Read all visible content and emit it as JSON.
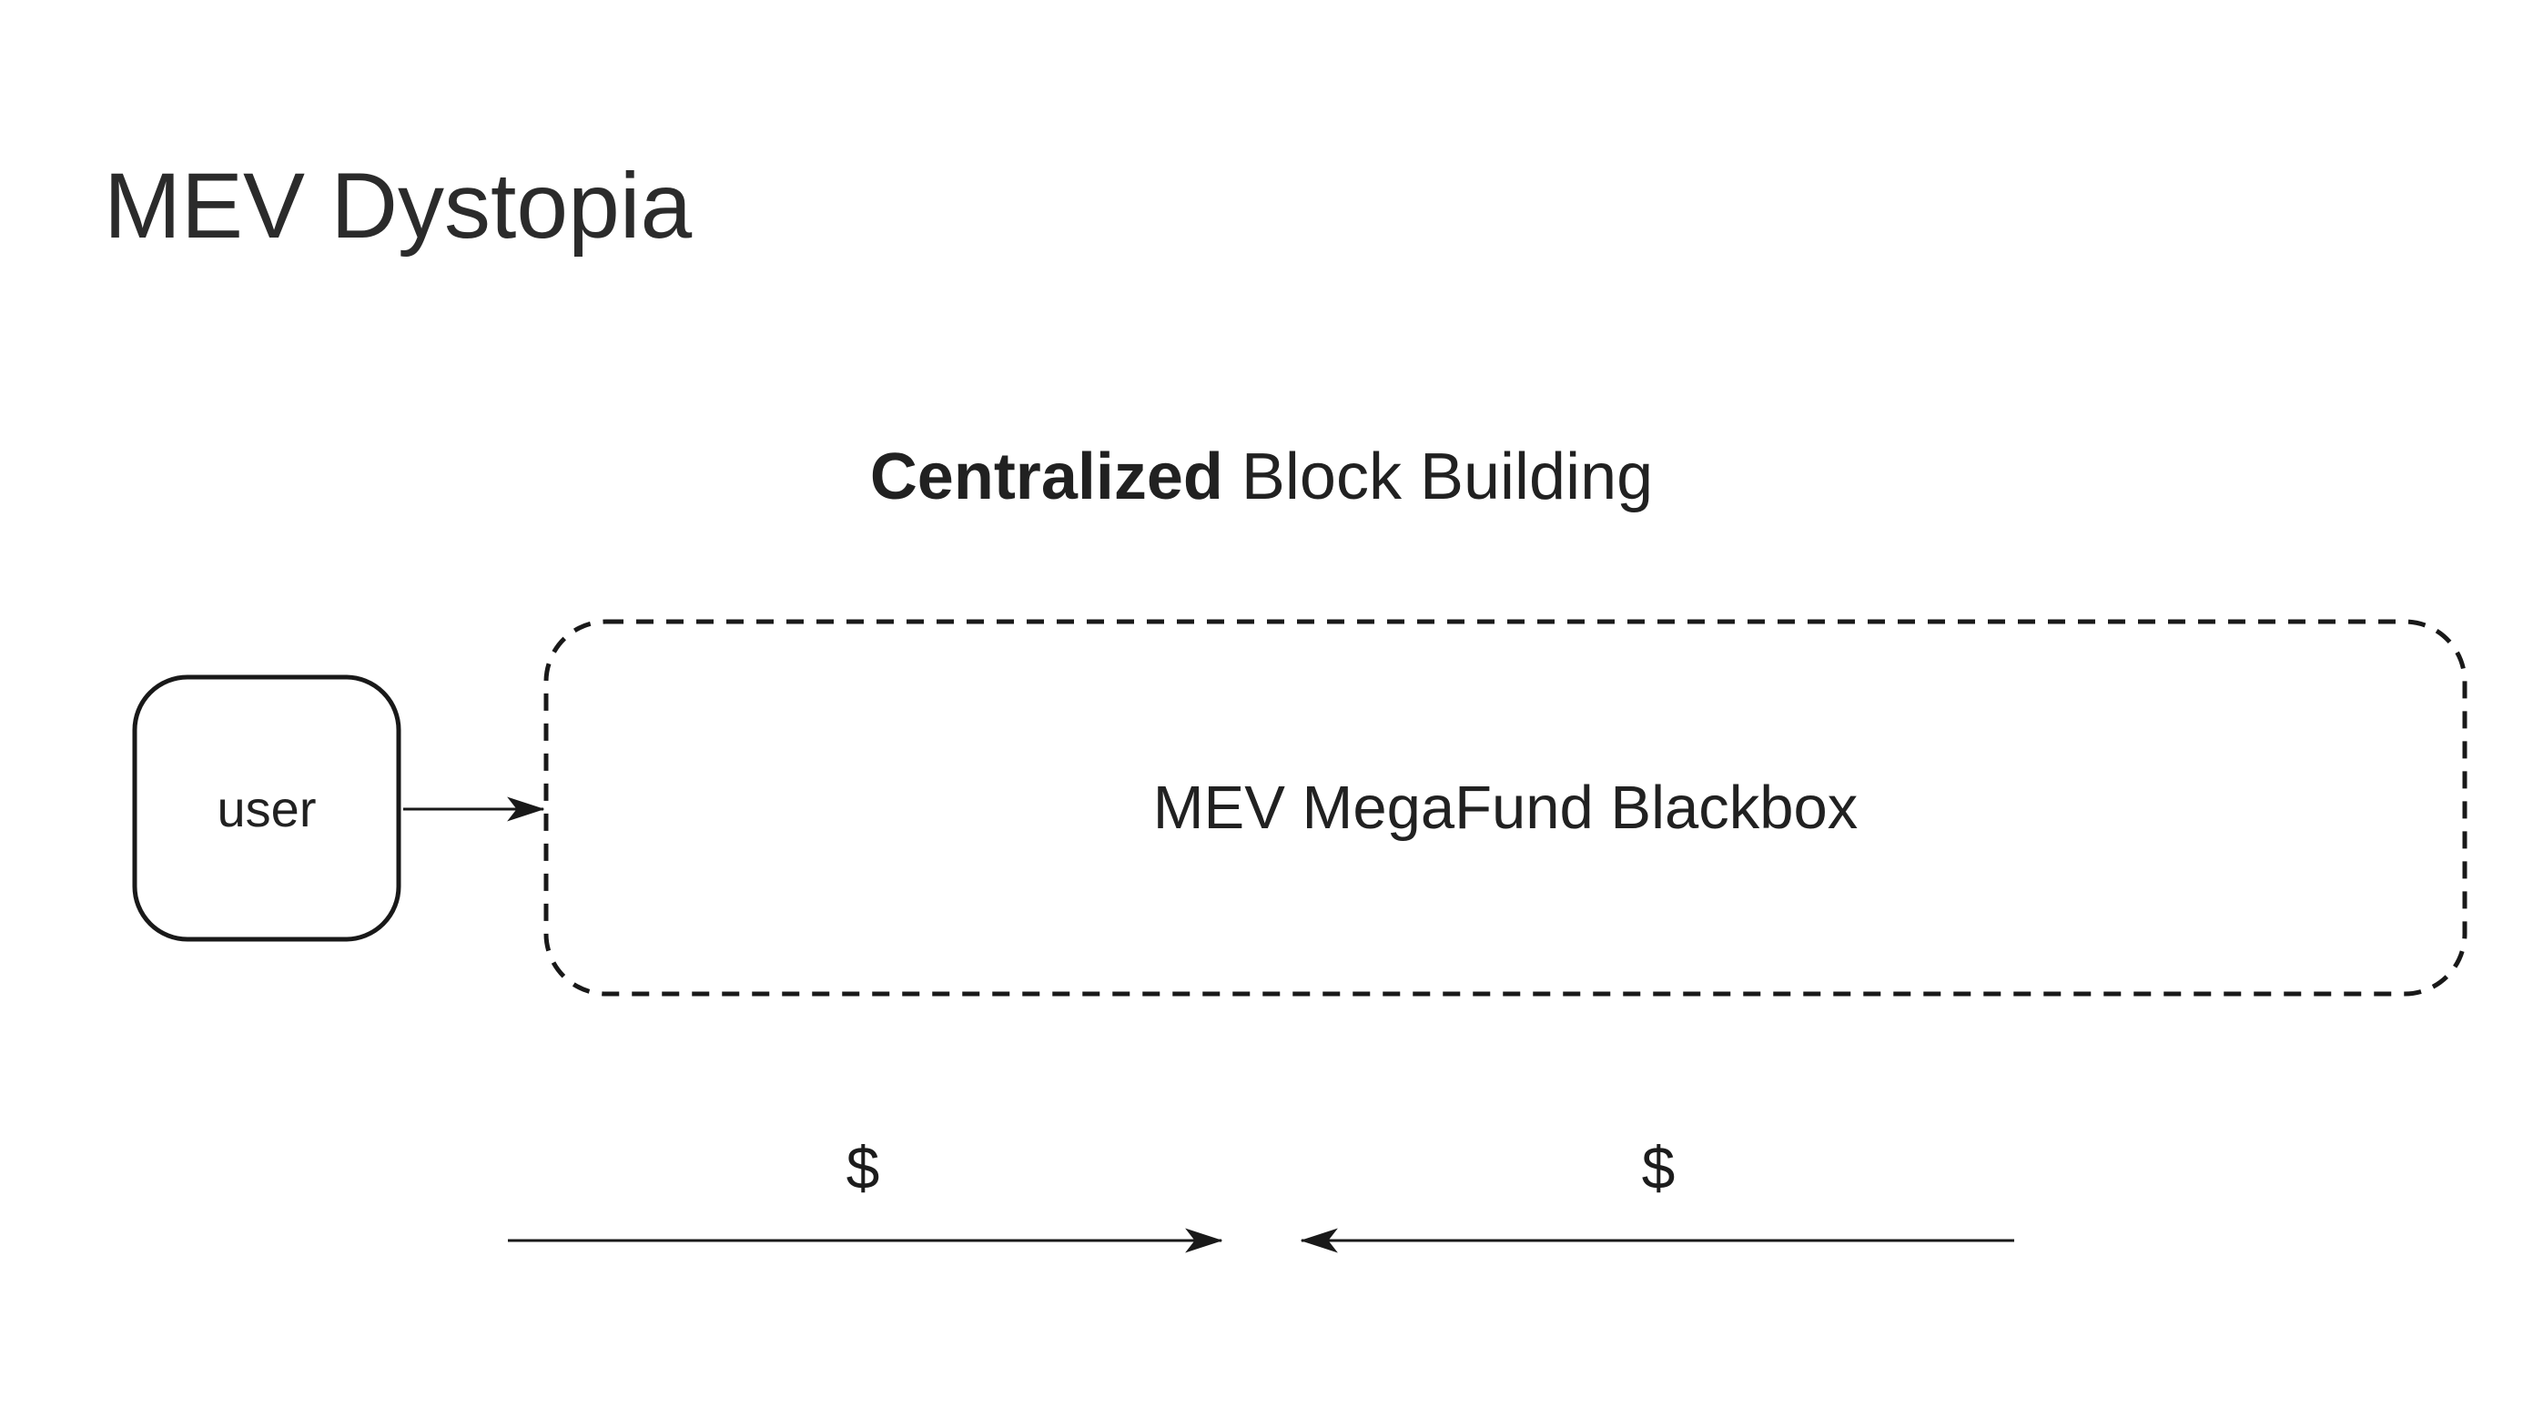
{
  "page": {
    "title": "MEV Dystopia"
  },
  "subtitle": {
    "bold": "Centralized",
    "rest": " Block Building"
  },
  "nodes": {
    "user": {
      "label": "user"
    },
    "blackbox": {
      "label": "MEV MegaFund Blackbox"
    }
  },
  "edge_labels": {
    "money_in": "$",
    "money_out": "$"
  },
  "colors": {
    "background": "#ffffff",
    "ink": "#191919",
    "text": "#212121"
  }
}
